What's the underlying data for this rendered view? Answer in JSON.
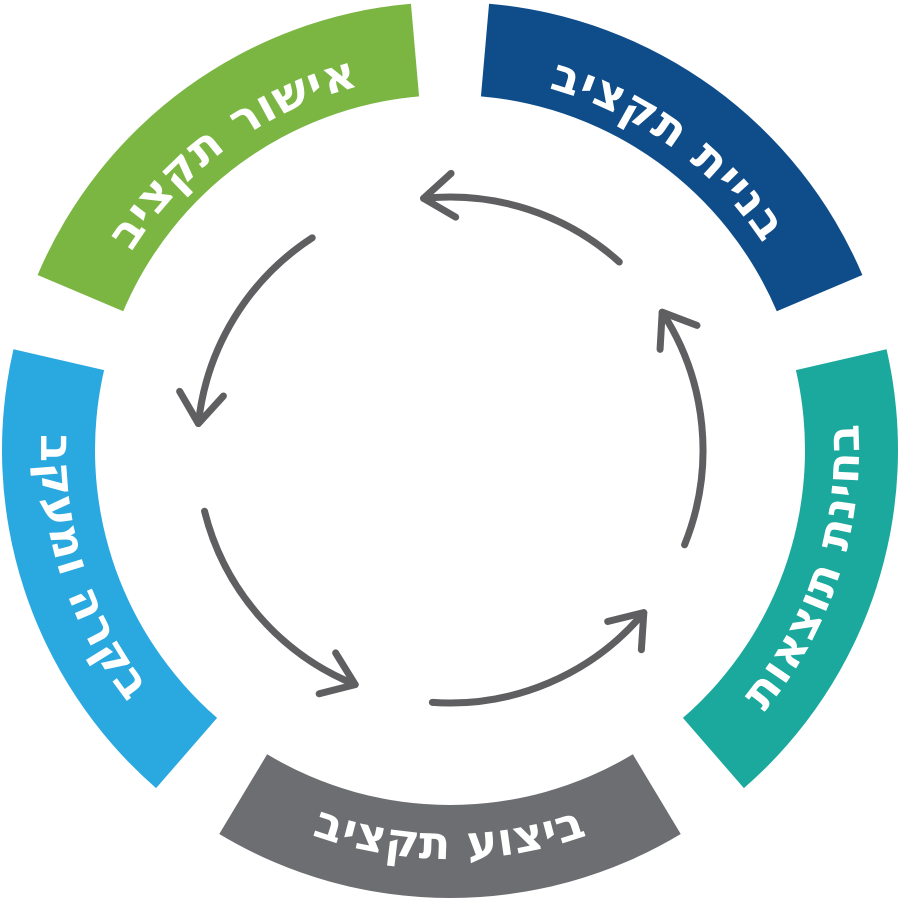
{
  "segments": [
    {
      "id": "budget-build",
      "label": "בניית תקציב",
      "color": "#0f4d8a"
    },
    {
      "id": "outcome-examination",
      "label": "בחינת תוצאות",
      "color": "#1aa99c"
    },
    {
      "id": "budget-execution",
      "label": "ביצוע תקציב",
      "color": "#6d6e71"
    },
    {
      "id": "budget-monitoring",
      "label": "בקרה ומעקב",
      "color": "#2aa8e0"
    },
    {
      "id": "budget-approval",
      "label": "אישור תקציב",
      "color": "#7bb643"
    }
  ],
  "arrow_color": "#5f5f62"
}
